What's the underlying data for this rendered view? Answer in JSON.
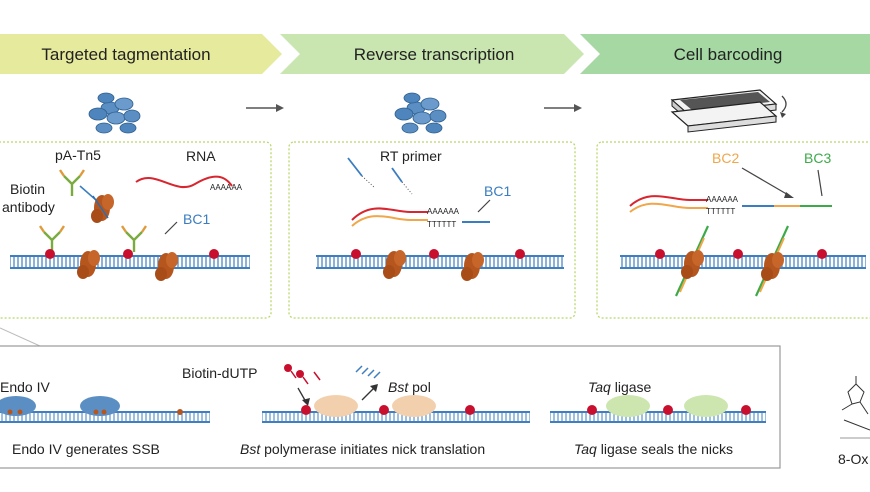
{
  "stages": [
    {
      "label": "Targeted tagmentation",
      "color": "#e6ea9c"
    },
    {
      "label": "Reverse transcription",
      "color": "#c9e6b0"
    },
    {
      "label": "Cell barcoding",
      "color": "#a5d8a2"
    }
  ],
  "panel1": {
    "pa_tn5": "pA-Tn5",
    "rna": "RNA",
    "polya": "AAAAAA",
    "biotin": "Biotin",
    "antibody": "antibody",
    "bc1": "BC1"
  },
  "panel2": {
    "rt_primer": "RT primer",
    "bc1": "BC1",
    "polya": "AAAAAA",
    "polyt": "TTTTTT"
  },
  "panel3": {
    "bc2": "BC2",
    "bc3": "BC3",
    "polya": "AAAAAA",
    "polyt": "TTTTTT"
  },
  "bottom": {
    "endo_iv": "Endo IV",
    "endo_caption": "Endo IV generates SSB",
    "biotin_dutp": "Biotin-dUTP",
    "bst_pol_italic": "Bst",
    "bst_pol_rest": " pol",
    "bst_caption_italic": "Bst",
    "bst_caption_rest": " polymerase initiates nick translation",
    "taq_italic": "Taq",
    "taq_rest": " ligase",
    "taq_caption_italic": "Taq",
    "taq_caption_rest": " ligase seals the nicks",
    "oxo": "8-Ox"
  },
  "colors": {
    "dna_blue": "#3f7fbf",
    "red_dot": "#c8102e",
    "tn5_brown": "#b5561e",
    "bc1_blue": "#3a7dc0",
    "bc2_orange": "#f0a64a",
    "bc3_green": "#3daa4a",
    "rna_red": "#d7262f",
    "panel_border": "#b8d86a",
    "cell_blue": "#5b8fc4"
  }
}
